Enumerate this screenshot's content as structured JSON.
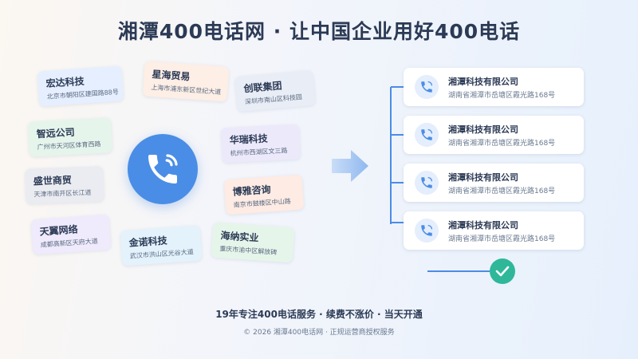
{
  "title": "湘潭400电话网 · 让中国企业用好400电话",
  "companies": [
    {
      "name": "宏达科技",
      "address": "北京市朝阳区建国路88号",
      "bg": "#e6efff"
    },
    {
      "name": "星海贸易",
      "address": "上海市浦东新区世纪大道",
      "bg": "#fdeee6"
    },
    {
      "name": "创联集团",
      "address": "深圳市南山区科技园",
      "bg": "#e9edf5"
    },
    {
      "name": "智远公司",
      "address": "广州市天河区体育西路",
      "bg": "#e6f5ec"
    },
    {
      "name": "华瑞科技",
      "address": "杭州市西湖区文三路",
      "bg": "#ece9fb"
    },
    {
      "name": "盛世商贸",
      "address": "天津市南开区长江道",
      "bg": "#eaecf1"
    },
    {
      "name": "博雅咨询",
      "address": "南京市鼓楼区中山路",
      "bg": "#fdebe4"
    },
    {
      "name": "天翼网络",
      "address": "成都高新区天府大道",
      "bg": "#efeafc"
    },
    {
      "name": "金诺科技",
      "address": "武汉市洪山区光谷大道",
      "bg": "#e3f2fb"
    },
    {
      "name": "海纳实业",
      "address": "重庆市渝中区解放碑",
      "bg": "#e6f5ea"
    }
  ],
  "results": [
    {
      "name": "湘潭科技有限公司",
      "address": "湖南省湘潭市岳塘区霞光路168号"
    },
    {
      "name": "湘潭科技有限公司",
      "address": "湖南省湘潭市岳塘区霞光路168号"
    },
    {
      "name": "湘潭科技有限公司",
      "address": "湖南省湘潭市岳塘区霞光路168号"
    },
    {
      "name": "湘潭科技有限公司",
      "address": "湖南省湘潭市岳塘区霞光路168号"
    }
  ],
  "icons": {
    "central": "phone-icon",
    "arrow": "arrow-right-icon",
    "result": "phone-icon",
    "done": "check-icon"
  },
  "colors": {
    "accent": "#4a8de6",
    "success": "#2fb79a",
    "title": "#2b3a55"
  },
  "tagline": "19年专注400电话服务 · 续费不涨价 · 当天开通",
  "copyright": "© 2026 湘潭400电话网 · 正规运营商授权服务"
}
